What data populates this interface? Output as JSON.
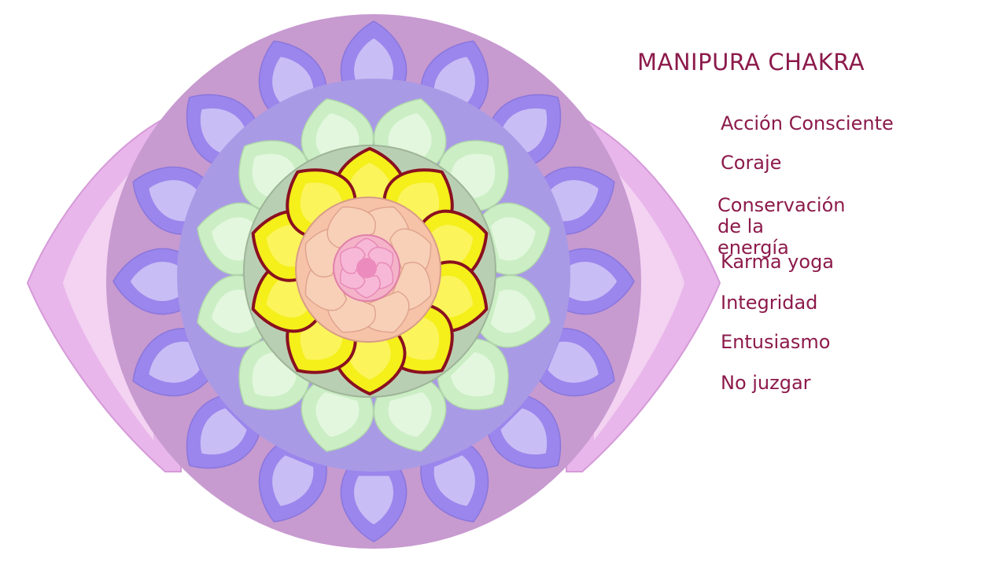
{
  "title": "MANIPURA CHAKRA",
  "qualities": [
    {
      "label": "Acción Consciente"
    },
    {
      "label": "Coraje"
    },
    {
      "label": "Conservación de la\nenergía"
    },
    {
      "label": "Karma yoga"
    },
    {
      "label": "Integridad"
    },
    {
      "label": "Entusiasmo"
    },
    {
      "label": "No juzgar"
    }
  ],
  "colors": {
    "text": "#8c1a4b",
    "outer_disc": "#c79ad0",
    "outer_petals": "#9a86ec",
    "inner_disc": "#a99ae6",
    "green_petals": "#cbeec5",
    "sage_disc": "#b9cfb4",
    "yellow_petals": "#f5ef1a",
    "petal_outline": "#8a1020",
    "peach_center": "#f6c3a8",
    "pink_center": "#f2a4cf",
    "side_wings": "#e8b6ea"
  },
  "icons": {
    "mandala": "manipura-lotus-icon"
  }
}
